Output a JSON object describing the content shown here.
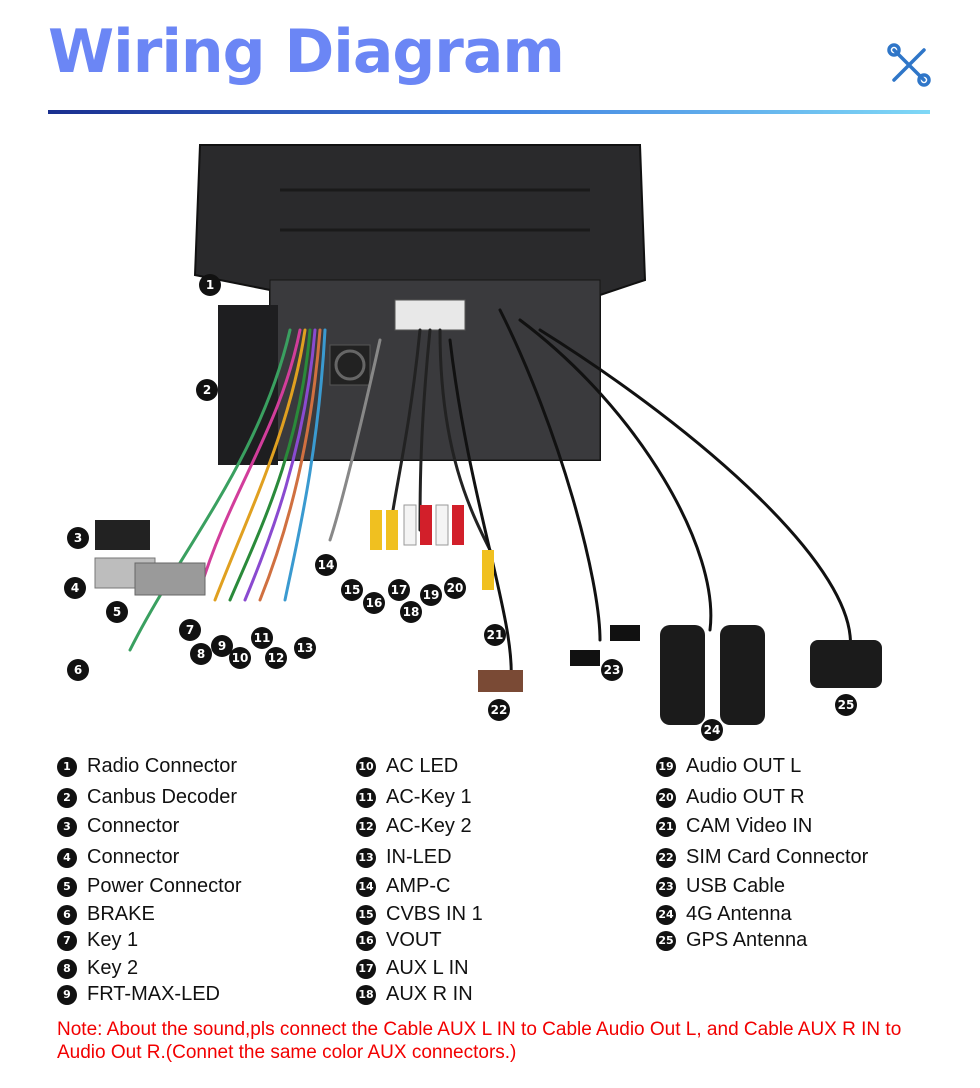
{
  "header": {
    "title": "Wiring Diagram",
    "icon": "tools-icon"
  },
  "colors": {
    "title": "#6b86f5",
    "rule_start": "#1a2f8f",
    "rule_end": "#7fd8f6",
    "note": "#f20000"
  },
  "diagram": {
    "callouts": [
      "1",
      "2",
      "3",
      "4",
      "5",
      "6",
      "7",
      "8",
      "9",
      "10",
      "11",
      "12",
      "13",
      "14",
      "15",
      "16",
      "17",
      "18",
      "19",
      "20",
      "21",
      "22",
      "23",
      "24",
      "25"
    ]
  },
  "legend": {
    "columns": [
      [
        {
          "num": "1",
          "label": "Radio Connector"
        },
        {
          "num": "2",
          "label": "Canbus Decoder"
        },
        {
          "num": "3",
          "label": "Connector"
        },
        {
          "num": "4",
          "label": "Connector"
        },
        {
          "num": "5",
          "label": "Power Connector"
        },
        {
          "num": "6",
          "label": "BRAKE"
        },
        {
          "num": "7",
          "label": "Key 1"
        },
        {
          "num": "8",
          "label": "Key 2"
        },
        {
          "num": "9",
          "label": "FRT-MAX-LED"
        }
      ],
      [
        {
          "num": "10",
          "label": "AC LED"
        },
        {
          "num": "11",
          "label": "AC-Key 1"
        },
        {
          "num": "12",
          "label": "AC-Key 2"
        },
        {
          "num": "13",
          "label": "IN-LED"
        },
        {
          "num": "14",
          "label": "AMP-C"
        },
        {
          "num": "15",
          "label": "CVBS IN 1"
        },
        {
          "num": "16",
          "label": "VOUT"
        },
        {
          "num": "17",
          "label": "AUX L IN"
        },
        {
          "num": "18",
          "label": "AUX R IN"
        }
      ],
      [
        {
          "num": "19",
          "label": "Audio OUT L"
        },
        {
          "num": "20",
          "label": "Audio OUT R"
        },
        {
          "num": "21",
          "label": "CAM Video IN"
        },
        {
          "num": "22",
          "label": "SIM Card Connector"
        },
        {
          "num": "23",
          "label": "USB Cable"
        },
        {
          "num": "24",
          "label": "4G Antenna"
        },
        {
          "num": "25",
          "label": "GPS Antenna"
        }
      ]
    ]
  },
  "note": "Note: About the sound,pls connect the Cable AUX L IN to Cable Audio Out L, and Cable AUX R IN to  Audio Out R.(Connet the same color AUX connectors.)"
}
